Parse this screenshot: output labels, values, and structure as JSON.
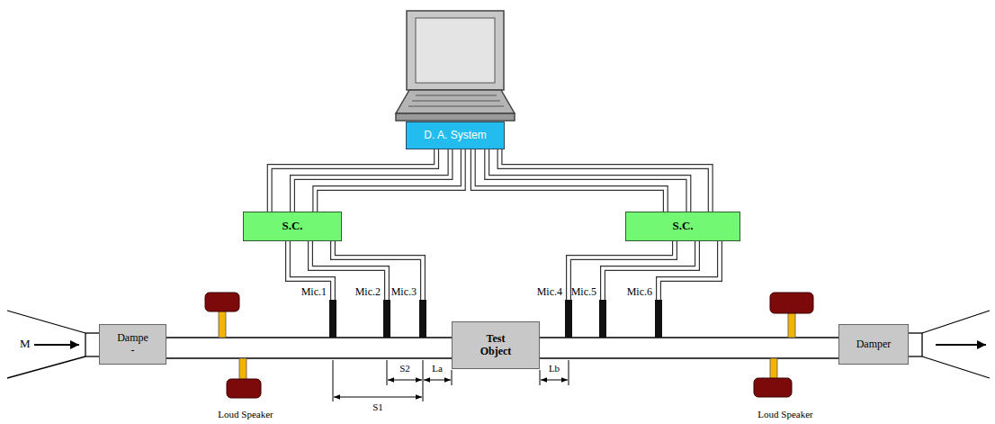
{
  "diagram": {
    "nodes": [
      {
        "text": [
          "D. A. System"
        ]
      },
      {
        "text": [
          "S.C."
        ]
      },
      {
        "text": [
          "S.C."
        ]
      },
      {
        "text": [
          "Test Object"
        ]
      },
      {
        "text": [
          "Dampe",
          "-"
        ]
      },
      {
        "text": [
          "Damper"
        ]
      }
    ],
    "edges": [
      {
        "from": 0,
        "to": 1,
        "arrow": "none"
      },
      {
        "from": 0,
        "to": 1,
        "arrow": "none"
      },
      {
        "from": 0,
        "to": 1,
        "arrow": "none"
      },
      {
        "from": 0,
        "to": 2,
        "arrow": "none"
      },
      {
        "from": 0,
        "to": 2,
        "arrow": "none"
      },
      {
        "from": 0,
        "to": 2,
        "arrow": "none"
      }
    ],
    "labels": [
      "M",
      "Mic.1",
      "Mic.2",
      "Mic.3",
      "Mic.4",
      "Mic.5",
      "Mic.6",
      "S2",
      "La",
      "S1",
      "Lb",
      "Loud Speaker",
      "Loud Speaker"
    ]
  }
}
